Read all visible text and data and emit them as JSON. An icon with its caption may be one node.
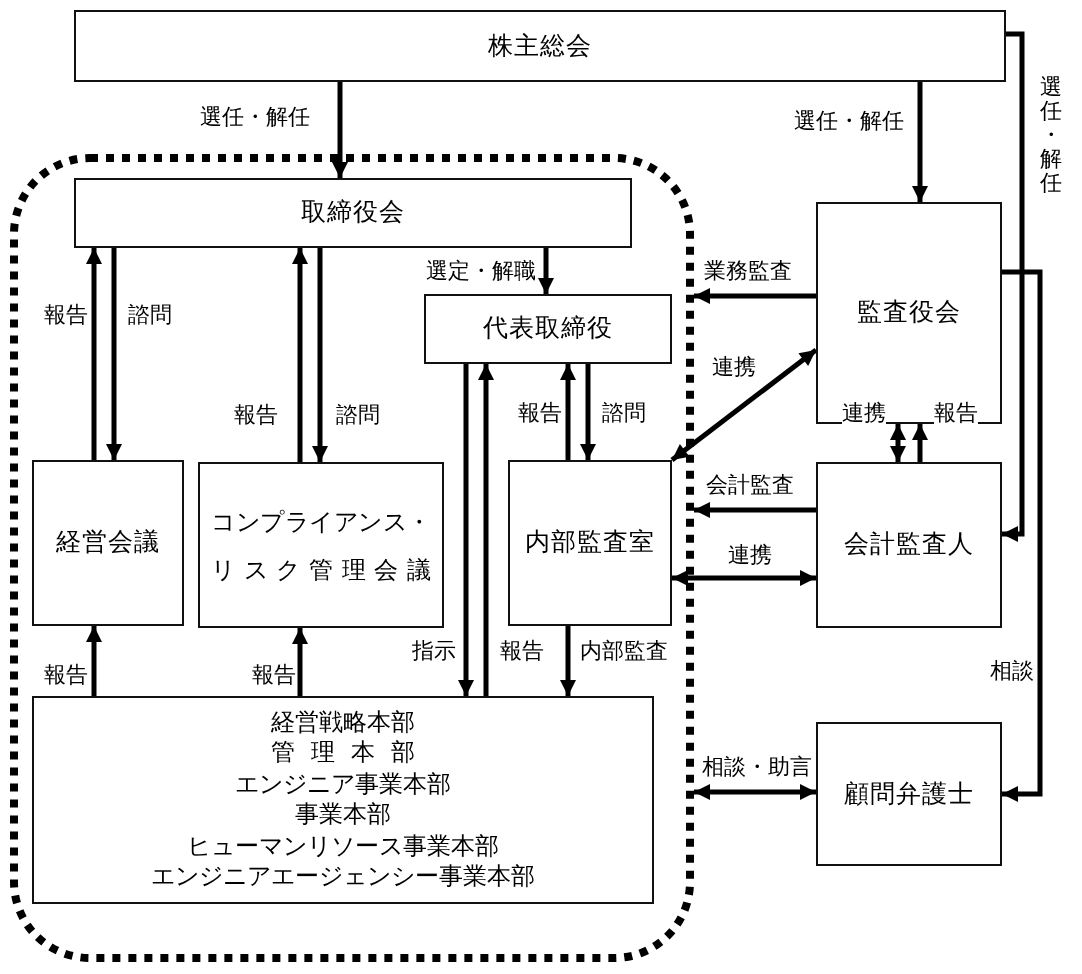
{
  "diagram": {
    "nodes": [
      {
        "text": [
          "株主総会"
        ]
      },
      {
        "text": [],
        "shape": "box"
      },
      {
        "text": [
          "取締役会"
        ],
        "in": 1
      },
      {
        "text": [
          "監査役会"
        ]
      },
      {
        "text": [
          "代表取締役"
        ],
        "in": 1
      },
      {
        "text": [
          "経営会議"
        ],
        "in": 1
      },
      {
        "text": [
          "コンプライアンス・リスク管理会議"
        ],
        "in": 1
      },
      {
        "text": [
          "内部監査室"
        ],
        "in": 1
      },
      {
        "text": [
          "会計監査人"
        ]
      },
      {
        "text": [
          "経営戦略本部",
          "管理本部",
          "エンジニア事業本部",
          "事業本部",
          "ヒューマンリソース事業本部",
          "エンジニアエージェンシー事業本部"
        ],
        "in": 1
      },
      {
        "text": [
          "顧問弁護士"
        ]
      }
    ],
    "edges": [
      {
        "from": 0,
        "to": 2,
        "arrow": "to",
        "label": "選任・解任"
      },
      {
        "from": 0,
        "to": 3,
        "arrow": "to",
        "label": "選任・解任"
      },
      {
        "from": 0,
        "to": 8,
        "arrow": "to",
        "label": "選任・解任"
      },
      {
        "from": 2,
        "to": 4,
        "arrow": "to",
        "label": "選定・解職"
      },
      {
        "from": 5,
        "to": 2,
        "arrow": "to",
        "label": "報告"
      },
      {
        "from": 2,
        "to": 5,
        "arrow": "to",
        "label": "諮問"
      },
      {
        "from": 6,
        "to": 2,
        "arrow": "to",
        "label": "報告"
      },
      {
        "from": 2,
        "to": 6,
        "arrow": "to",
        "label": "諮問"
      },
      {
        "from": 3,
        "to": 1,
        "arrow": "to",
        "label": "業務監査"
      },
      {
        "from": 4,
        "to": 9,
        "arrow": "to",
        "label": "指示"
      },
      {
        "from": 9,
        "to": 4,
        "arrow": "to",
        "label": "報告"
      },
      {
        "from": 7,
        "to": 4,
        "arrow": "to",
        "label": "報告"
      },
      {
        "from": 4,
        "to": 7,
        "arrow": "to",
        "label": "諮問"
      },
      {
        "from": 7,
        "to": 3,
        "arrow": "both",
        "label": "連携"
      },
      {
        "from": 3,
        "to": 8,
        "arrow": "both",
        "label": "連携"
      },
      {
        "from": 8,
        "to": 3,
        "arrow": "to",
        "label": "報告"
      },
      {
        "from": 8,
        "to": 1,
        "arrow": "to",
        "label": "会計監査"
      },
      {
        "from": 7,
        "to": 8,
        "arrow": "both",
        "label": "連携"
      },
      {
        "from": 9,
        "to": 5,
        "arrow": "to",
        "label": "報告"
      },
      {
        "from": 9,
        "to": 6,
        "arrow": "to",
        "label": "報告"
      },
      {
        "from": 7,
        "to": 9,
        "arrow": "to",
        "label": "内部監査"
      },
      {
        "from": 3,
        "to": 10,
        "arrow": "to",
        "label": "相談"
      },
      {
        "from": 1,
        "to": 10,
        "arrow": "both",
        "label": "相談・助言"
      }
    ]
  }
}
